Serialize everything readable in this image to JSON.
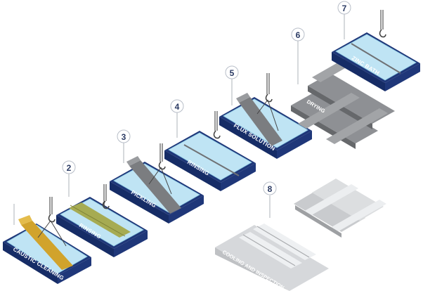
{
  "colors": {
    "tank_side": "#1f3779",
    "tank_front": "#162c66",
    "tank_rim": "#2c4a95",
    "water": "#bfe4f4",
    "water_edge": "#8fcde6",
    "beam_grey": "#7b7d80",
    "beam_yellow": "#d1a32c",
    "beam_green": "#a6ab52",
    "number_stroke": "#b8bec8",
    "number_text": "#2a3a63"
  },
  "stages": [
    {
      "number": "",
      "label": "CAUSTIC CLEANING",
      "icon": "caustic-tank"
    },
    {
      "number": "2",
      "label": "RINSING",
      "icon": "rinse-tank"
    },
    {
      "number": "3",
      "label": "PICKLING",
      "icon": "pickling-tank"
    },
    {
      "number": "4",
      "label": "RINSING",
      "icon": "rinse-tank"
    },
    {
      "number": "5",
      "label": "FLUX SOLUTION",
      "icon": "flux-tank"
    },
    {
      "number": "6",
      "label": "DRYING",
      "icon": "drying-rack"
    },
    {
      "number": "7",
      "label": "ZINC BATH",
      "icon": "zinc-tank"
    },
    {
      "number": "8",
      "label": "COOLING AND INSPECTION",
      "icon": "cooling-platform"
    }
  ]
}
